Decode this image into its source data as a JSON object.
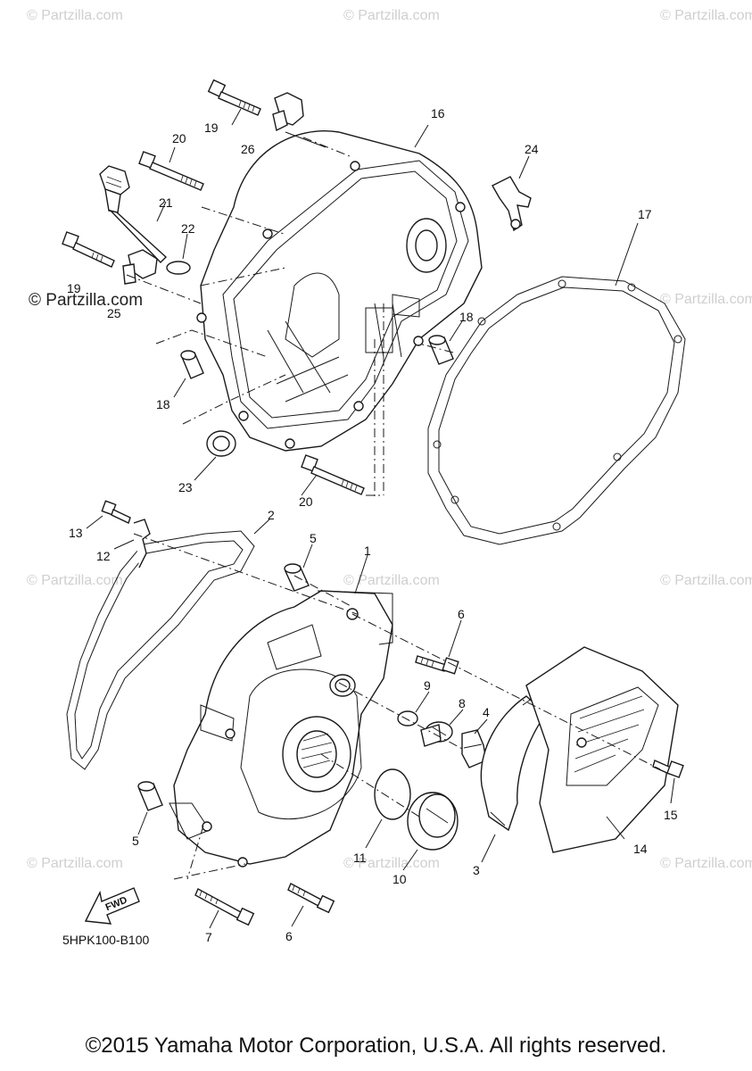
{
  "watermark_text": "© Partzilla.com",
  "watermark_bold": "© Partzilla.com",
  "diagram_code": "5HPK100-B100",
  "fwd_label": "FWD",
  "copyright": "©2015 Yamaha Motor Corporation, U.S.A. All rights reserved.",
  "callouts": [
    "1",
    "2",
    "3",
    "4",
    "5",
    "5",
    "6",
    "6",
    "7",
    "8",
    "9",
    "10",
    "11",
    "12",
    "13",
    "14",
    "15",
    "16",
    "17",
    "18",
    "18",
    "19",
    "19",
    "20",
    "20",
    "21",
    "22",
    "23",
    "24",
    "25",
    "26"
  ]
}
